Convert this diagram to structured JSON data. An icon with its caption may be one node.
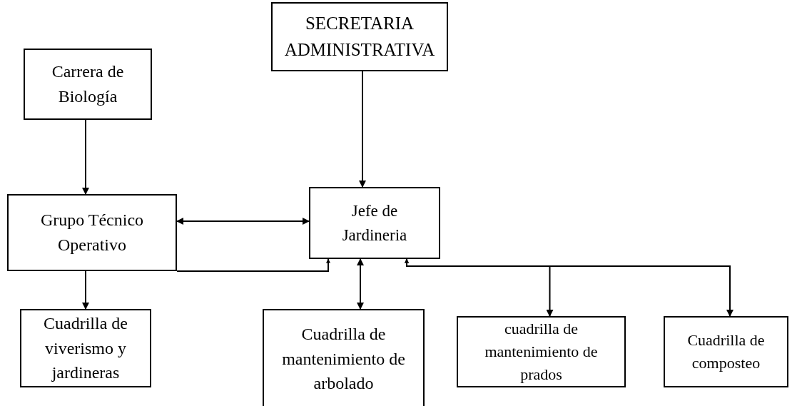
{
  "diagram": {
    "nodes": [
      {
        "text": [
          "SECRETARIA ADMINISTRATIVA"
        ]
      },
      {
        "text": [
          "Carrera de Biología"
        ]
      },
      {
        "text": [
          "Grupo Técnico Operativo"
        ]
      },
      {
        "text": [
          "Jefe de Jardineria"
        ]
      },
      {
        "text": [
          "Cuadrilla de viverismo y jardineras"
        ]
      },
      {
        "text": [
          "Cuadrilla de mantenimiento de arbolado"
        ]
      },
      {
        "text": [
          "cuadrilla de mantenimiento de prados"
        ]
      },
      {
        "text": [
          "Cuadrilla de composteo"
        ]
      }
    ],
    "edges": [
      {
        "from": 0,
        "to": 3,
        "arrow": "to"
      },
      {
        "from": 1,
        "to": 2,
        "arrow": "to"
      },
      {
        "from": 2,
        "to": 3,
        "arrow": "both"
      },
      {
        "from": 2,
        "to": 3,
        "arrow": "to"
      },
      {
        "from": 2,
        "to": 4,
        "arrow": "to"
      },
      {
        "from": 3,
        "to": 5,
        "arrow": "both"
      },
      {
        "from": 3,
        "to": 6,
        "arrow": "both"
      },
      {
        "from": 3,
        "to": 7,
        "arrow": "both"
      }
    ]
  }
}
